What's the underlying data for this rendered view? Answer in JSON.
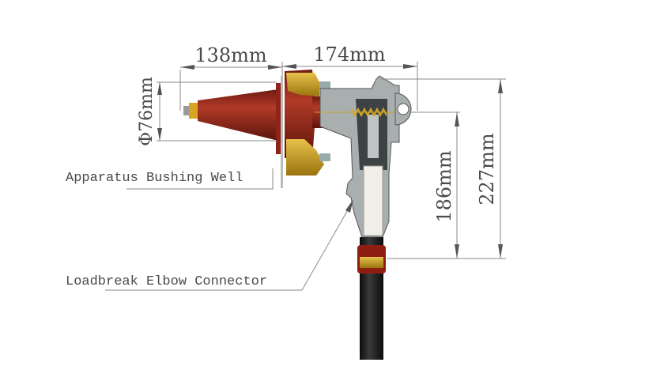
{
  "dimensions": {
    "bushing_length": "138mm",
    "elbow_length": "174mm",
    "bushing_diameter": "Φ76mm",
    "elbow_height_to_center": "186mm",
    "elbow_total_height": "227mm"
  },
  "labels": {
    "bushing": "Apparatus Bushing Well",
    "elbow": "Loadbreak Elbow Connector"
  },
  "colors": {
    "bushing_red": "#8e2418",
    "bracket_gold": "#c99a1a",
    "elbow_gray": "#a9aeaf",
    "cable_black": "#1b1b1b"
  }
}
